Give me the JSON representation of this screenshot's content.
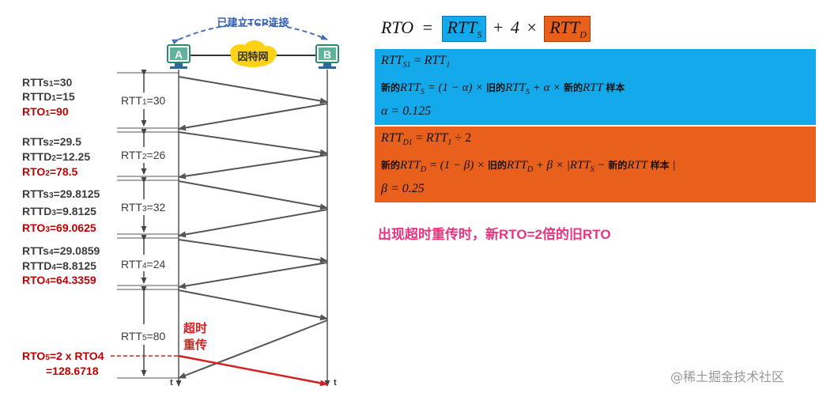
{
  "top": {
    "tcp_established": "已建立TCP连接",
    "host_a": "A",
    "host_b": "B",
    "internet": "因特网"
  },
  "samples": [
    {
      "rtts_sym": "RTTs",
      "rtts_sub": "1",
      "rtts_val": "=30",
      "rttd_sym": "RTTD",
      "rttd_sub": "1",
      "rttd_val": "=15",
      "rto_sym": "RTO",
      "rto_sub": "1",
      "rto_val": "=90",
      "rtt_sym": "RTT",
      "rtt_sub": "1",
      "rtt_val": "=30"
    },
    {
      "rtts_sym": "RTTs",
      "rtts_sub": "2",
      "rtts_val": "=29.5",
      "rttd_sym": "RTTD",
      "rttd_sub": "2",
      "rttd_val": "=12.25",
      "rto_sym": "RTO",
      "rto_sub": "2",
      "rto_val": "=78.5",
      "rtt_sym": "RTT",
      "rtt_sub": "2",
      "rtt_val": "=26"
    },
    {
      "rtts_sym": "RTTs",
      "rtts_sub": "3",
      "rtts_val": "=29.8125",
      "rttd_sym": "RTTD",
      "rttd_sub": "3",
      "rttd_val": "=9.8125",
      "rto_sym": "RTO",
      "rto_sub": "3",
      "rto_val": "=69.0625",
      "rtt_sym": "RTT",
      "rtt_sub": "3",
      "rtt_val": "=32"
    },
    {
      "rtts_sym": "RTTs",
      "rtts_sub": "4",
      "rtts_val": "=29.0859",
      "rttd_sym": "RTTD",
      "rttd_sub": "4",
      "rttd_val": "=8.8125",
      "rto_sym": "RTO",
      "rto_sub": "4",
      "rto_val": "=64.3359",
      "rtt_sym": "RTT",
      "rtt_sub": "4",
      "rtt_val": "=24"
    }
  ],
  "rtt5": {
    "sym": "RTT",
    "sub": "5",
    "val": "=80"
  },
  "timeout": {
    "line1": "超时",
    "line2": "重传"
  },
  "rto5": {
    "sym": "RTO",
    "sub": "5",
    "expr": "=2 x RTO4",
    "value": "=128.6718"
  },
  "time_axis_label": "t",
  "formula_main": {
    "rto": "RTO",
    "eq": "=",
    "rtt_s": "RTT",
    "s": "S",
    "plus": "+",
    "four": "4",
    "times": "×",
    "rtt_d": "RTT",
    "d": "D"
  },
  "blue_box": {
    "l1_lhs": "RTT",
    "l1_lhs_sub": "S1",
    "l1_eq": "=",
    "l1_rhs": "RTT",
    "l1_rhs_sub": "1",
    "l2_new": "新的",
    "l2_rtt": "RTT",
    "l2_sub": "S",
    "l2_eq": "= (1 − α) ×",
    "l2_old": "旧的",
    "l2_rtt2": "RTT",
    "l2_sub2": "S",
    "l2_plus": "+ α ×",
    "l2_new2": "新的",
    "l2_rtt3": "RTT",
    "l2_sample": "样本",
    "l3": "α = 0.125"
  },
  "orange_box": {
    "l1_lhs": "RTT",
    "l1_lhs_sub": "D1",
    "l1_eq": "=",
    "l1_rhs": "RTT",
    "l1_rhs_sub": "1",
    "l1_div": "÷ 2",
    "l2_new": "新的",
    "l2_rtt": "RTT",
    "l2_sub": "D",
    "l2_eq": "= (1 − β) ×",
    "l2_old": "旧的",
    "l2_rtt2": "RTT",
    "l2_sub2": "D",
    "l2_plus": "+ β × |",
    "l2_rtt3": "RTT",
    "l2_sub3": "S",
    "l2_minus": "−",
    "l2_new2": "新的",
    "l2_rtt4": "RTT",
    "l2_sample": "样本",
    "l2_bar": "|",
    "l3": "β = 0.25"
  },
  "note": "出现超时重传时，新RTO=2倍的旧RTO",
  "watermark": "@稀土掘金技术社区",
  "colors": {
    "blue": "#14a9ea",
    "orange": "#e8601b",
    "green": "#5fb39a",
    "cloud": "#ffd21a",
    "red": "#d42020",
    "pink": "#e8347e"
  }
}
